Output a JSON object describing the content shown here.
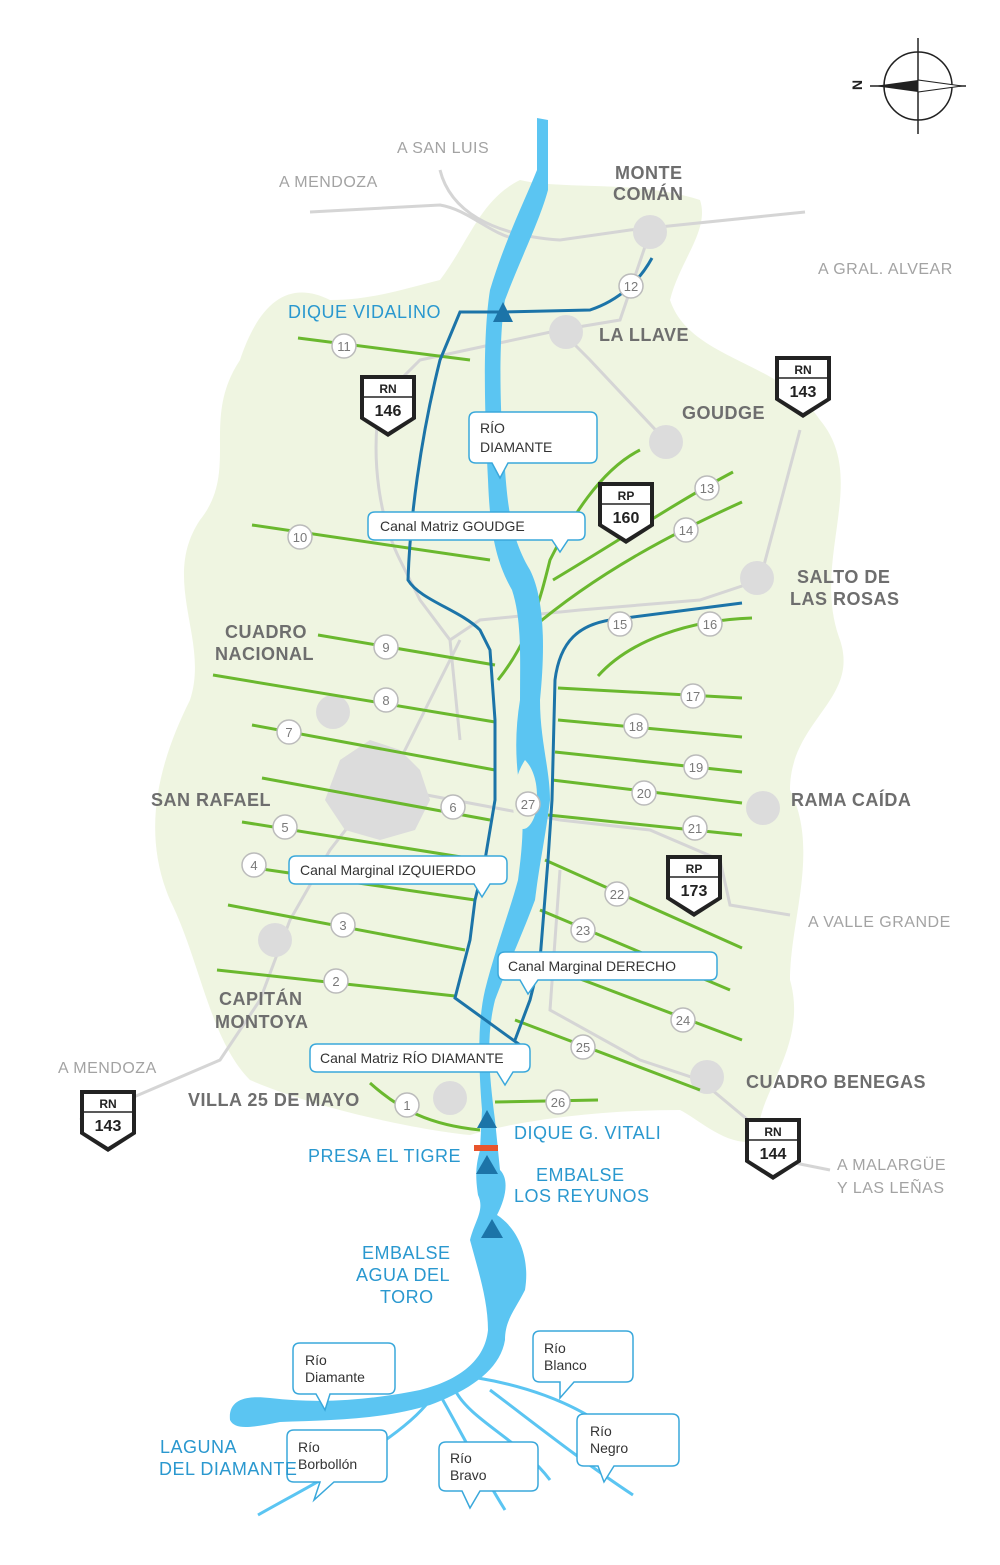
{
  "compass": {
    "letter": "N"
  },
  "towns": {
    "monte_coman_1": "MONTE",
    "monte_coman_2": "COMÁN",
    "la_llave": "LA LLAVE",
    "goudge": "GOUDGE",
    "salto_1": "SALTO DE",
    "salto_2": "LAS ROSAS",
    "cuadro_nacional_1": "CUADRO",
    "cuadro_nacional_2": "NACIONAL",
    "san_rafael": "SAN RAFAEL",
    "rama_caida": "RAMA CAÍDA",
    "capitan_1": "CAPITÁN",
    "capitan_2": "MONTOYA",
    "villa_25": "VILLA 25 DE MAYO",
    "cuadro_benegas": "CUADRO BENEGAS"
  },
  "destinations": {
    "san_luis": "A SAN LUIS",
    "mendoza_north": "A MENDOZA",
    "gral_alvear": "A GRAL. ALVEAR",
    "valle_grande": "A VALLE GRANDE",
    "mendoza_south": "A MENDOZA",
    "malargue_1": "A MALARGÜE",
    "malargue_2": "Y LAS LEÑAS"
  },
  "water_labels": {
    "dique_vidalino": "DIQUE VIDALINO",
    "dique_vitali": "DIQUE G. VITALI",
    "presa_tigre": "PRESA EL TIGRE",
    "embalse_reyunos_1": "EMBALSE",
    "embalse_reyunos_2": "LOS REYUNOS",
    "embalse_toro_1": "EMBALSE",
    "embalse_toro_2": "AGUA DEL",
    "embalse_toro_3": "TORO",
    "laguna_1": "LAGUNA",
    "laguna_2": "DEL DIAMANTE"
  },
  "callouts": {
    "rio_diamante_1": "RÍO",
    "rio_diamante_2": "DIAMANTE",
    "matriz_goudge": "Canal Matriz GOUDGE",
    "marginal_izq": "Canal Marginal IZQUIERDO",
    "marginal_der": "Canal Marginal DERECHO",
    "matriz_rio": "Canal Matriz RÍO DIAMANTE",
    "src_diamante_1": "Río",
    "src_diamante_2": "Diamante",
    "src_borbollon_1": "Río",
    "src_borbollon_2": "Borbollón",
    "src_bravo_1": "Río",
    "src_bravo_2": "Bravo",
    "src_blanco_1": "Río",
    "src_blanco_2": "Blanco",
    "src_negro_1": "Río",
    "src_negro_2": "Negro"
  },
  "shields": {
    "rn146": {
      "type": "RN",
      "num": "146"
    },
    "rn143_east": {
      "type": "RN",
      "num": "143"
    },
    "rp160": {
      "type": "RP",
      "num": "160"
    },
    "rp173": {
      "type": "RP",
      "num": "173"
    },
    "rn143_west": {
      "type": "RN",
      "num": "143"
    },
    "rn144": {
      "type": "RN",
      "num": "144"
    }
  },
  "canal_numbers": [
    "1",
    "2",
    "3",
    "4",
    "5",
    "6",
    "7",
    "8",
    "9",
    "10",
    "11",
    "12",
    "13",
    "14",
    "15",
    "16",
    "17",
    "18",
    "19",
    "20",
    "21",
    "22",
    "23",
    "24",
    "25",
    "26",
    "27"
  ],
  "colors": {
    "river": "#5bc5f2",
    "canal_main": "#1c74a8",
    "canal_secondary": "#6ab82e",
    "region_fill": "#eff5e1",
    "road": "#d5d5d5",
    "town_blob": "#dcdcdc",
    "dam_marker": "#e8542c"
  }
}
